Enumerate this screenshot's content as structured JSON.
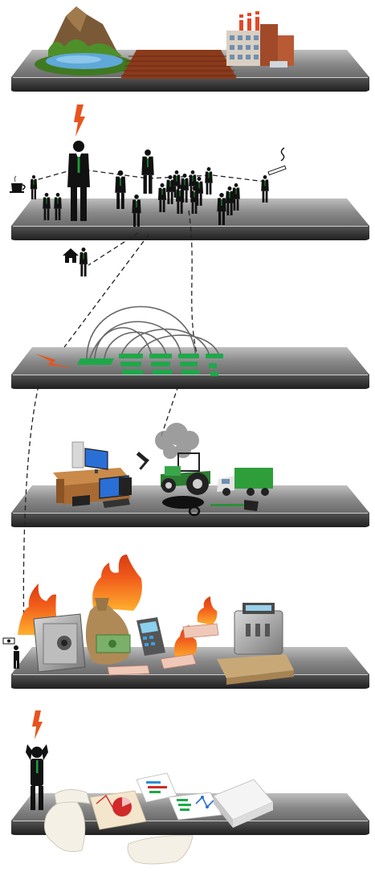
{
  "colors": {
    "shelf_top": "#8a8a8a",
    "shelf_front": "#3a3a3a",
    "suit": "#111111",
    "tie": "#1f9e3a",
    "bolt": "#e8541e",
    "flame": "#f05a1a",
    "flame_core": "#ffb02e",
    "soil": "#8a3b1c",
    "water": "#5fa8d8",
    "grass": "#4e8f2a",
    "tractor": "#2e7d32",
    "truck_box": "#2f9e3a",
    "circuit": "#1fa84a",
    "paper": "#f4f0e6"
  },
  "panels": [
    {
      "name": "natural-resources",
      "icons": [
        "mountain-lake-icon",
        "plowed-field-icon",
        "factory-icon"
      ]
    },
    {
      "name": "labor-people",
      "icons": [
        "bolt-icon",
        "businessman-icon",
        "coffee-cup-icon",
        "cigarette-icon",
        "house-icon"
      ]
    },
    {
      "name": "technology",
      "icons": [
        "bolt-icon",
        "circuit-board-icon",
        "cable-arcs-icon"
      ]
    },
    {
      "name": "capital-goods",
      "icons": [
        "computer-desk-icon",
        "tractor-icon",
        "truck-icon",
        "hammer-icon",
        "shovel-icon"
      ]
    },
    {
      "name": "money-fire",
      "icons": [
        "safe-icon",
        "money-bag-icon",
        "calculator-icon",
        "cash-register-icon",
        "flame-icon"
      ]
    },
    {
      "name": "stressed-paperwork",
      "icons": [
        "bolt-icon",
        "stressed-man-icon",
        "document-chart-icon",
        "paper-stack-icon"
      ]
    }
  ]
}
